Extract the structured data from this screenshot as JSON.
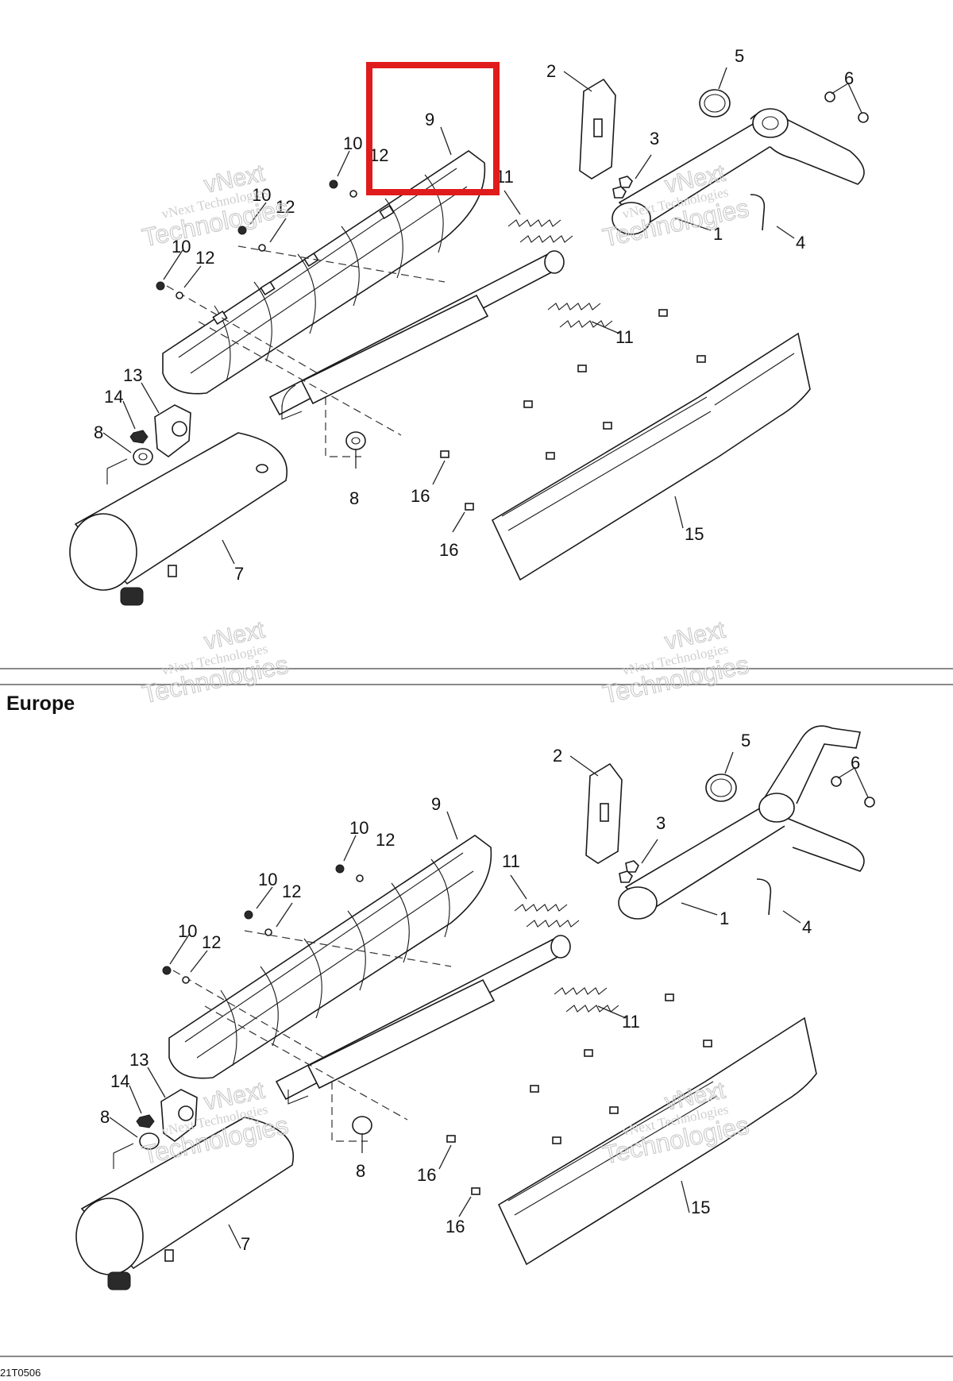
{
  "region_label": "Europe",
  "reference_code": "21T0506",
  "watermark": {
    "line1": "vNext Technologies",
    "outline_top": "vNext",
    "outline_bottom": "Technologies"
  },
  "highlight": {
    "part_number": "9",
    "color": "#e01b1b"
  },
  "callouts": [
    "1",
    "2",
    "3",
    "4",
    "5",
    "6",
    "7",
    "8",
    "9",
    "10",
    "11",
    "12",
    "13",
    "14",
    "15",
    "16"
  ],
  "callout_labels": {
    "p1": "1",
    "p2": "2",
    "p3": "3",
    "p4": "4",
    "p5": "5",
    "p6": "6",
    "p7": "7",
    "p8": "8",
    "p9": "9",
    "p10": "10",
    "p11": "11",
    "p12": "12",
    "p13": "13",
    "p14": "14",
    "p15": "15",
    "p16": "16"
  }
}
